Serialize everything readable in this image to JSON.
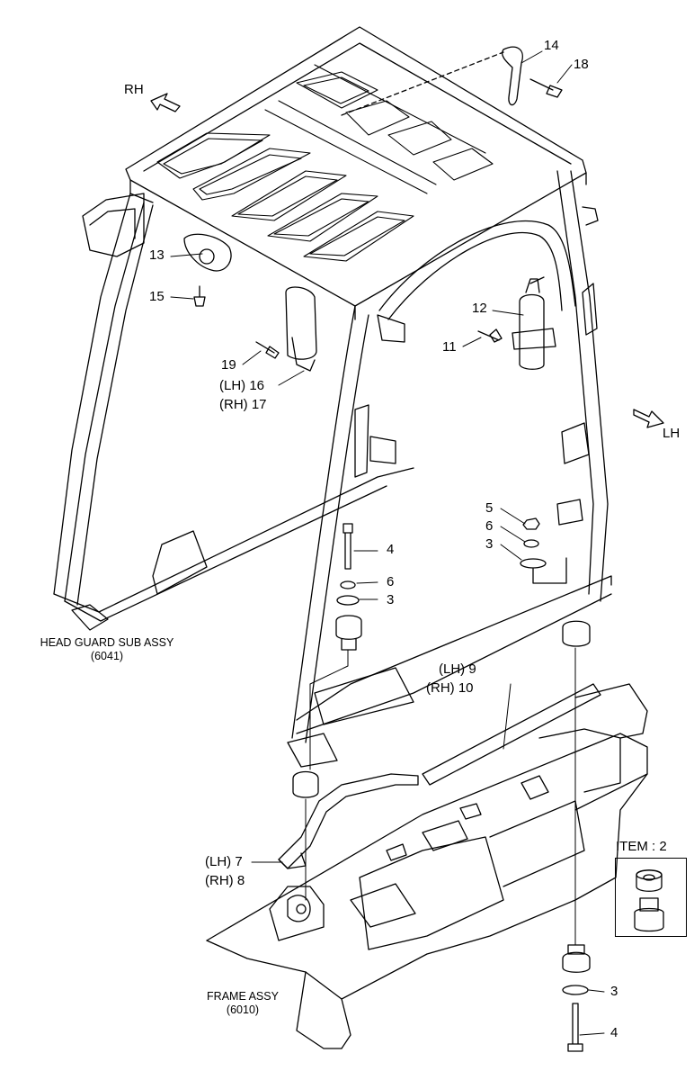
{
  "labels": {
    "rh_arrow": "RH",
    "lh_arrow": "LH",
    "c14": "14",
    "c18": "18",
    "c13": "13",
    "c15": "15",
    "c12": "12",
    "c11": "11",
    "c19": "19",
    "c16": "(LH) 16",
    "c17": "(RH) 17",
    "c5": "5",
    "c6a": "6",
    "c3a": "3",
    "c4a": "4",
    "c6b": "6",
    "c3b": "3",
    "c9": "(LH) 9",
    "c10": "(RH) 10",
    "c7": "(LH) 7",
    "c8": "(RH) 8",
    "c3c": "3",
    "c4b": "4",
    "item_title": "ITEM : 2"
  },
  "captions": {
    "head_guard": "HEAD GUARD SUB ASSY",
    "head_guard_code": "(6041)",
    "frame": "FRAME ASSY",
    "frame_code": "(6010)"
  }
}
